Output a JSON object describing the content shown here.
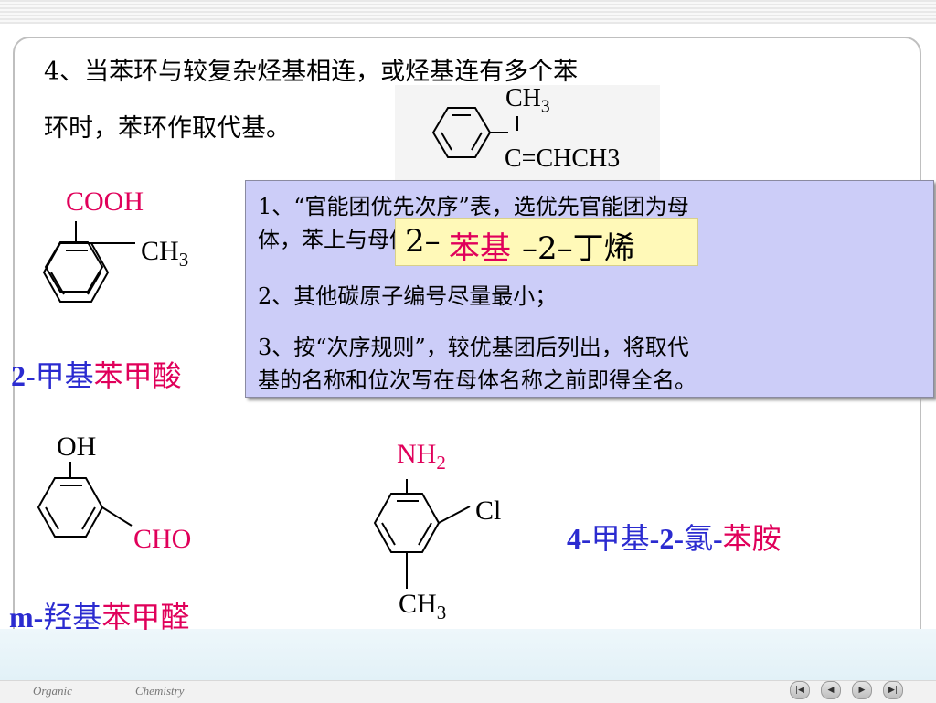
{
  "intro": {
    "line1": "4、当苯环与较复杂烃基相连，或烃基连有多个苯",
    "line2": "环时，苯环作取代基。"
  },
  "rules": {
    "r1a": "1、“官能团优先次序”表，选优先官能团为母",
    "r1b": "体，苯上与母体官能团相连的碳原子编号为1；",
    "r2": "2、其他碳原子编号尽量最小；",
    "r3a": "3、按“次序规则”，较优基团后列出，将取代",
    "r3b": "基的名称和位次写在母体名称之前即得全名。"
  },
  "example_alkene": {
    "ch3": "CH3",
    "chain": "C=CHCH3",
    "name_p1": "2–",
    "name_p2": "苯基",
    "name_p3": "–2–丁烯"
  },
  "example_acid": {
    "cooh": "COOH",
    "ch3": "CH3",
    "name_p1": "2-",
    "name_p2": "甲基",
    "name_p3": "苯甲酸"
  },
  "example_aldehyde": {
    "oh": "OH",
    "cho": "CHO",
    "name_p1": "m-",
    "name_p2": "羟基",
    "name_p3": "苯甲醛"
  },
  "example_aniline": {
    "nh2": "NH2",
    "cl": "Cl",
    "ch3": "CH3",
    "name_p1": "4-",
    "name_p2": "甲基",
    "name_p3": "-2-",
    "name_p4": "氯",
    "name_p5": "-",
    "name_p6": "苯胺"
  },
  "footer": {
    "left": "Organic",
    "right": "Chemistry"
  },
  "colors": {
    "red": "#e0005a",
    "blue": "#2b2bd0",
    "box": "#cccdf8"
  }
}
